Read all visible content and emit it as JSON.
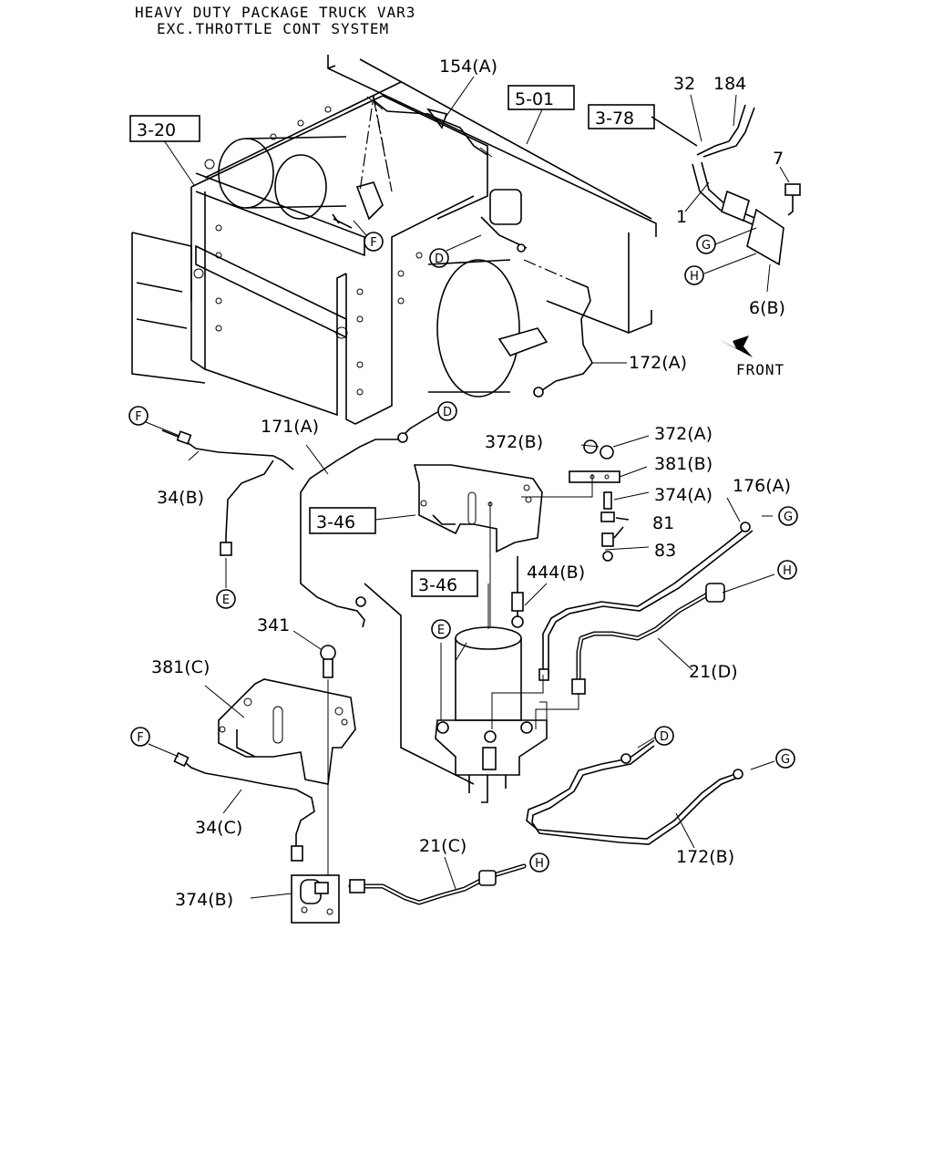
{
  "header": {
    "line1": "HEAVY DUTY PACKAGE TRUCK VAR3",
    "line2": "EXC.THROTTLE CONT SYSTEM"
  },
  "refs": {
    "r320": "3-20",
    "r501": "5-01",
    "r378": "3-78",
    "r346a": "3-46",
    "r346b": "3-46"
  },
  "parts": {
    "p154a": "154(A)",
    "p32": "32",
    "p184": "184",
    "p7": "7",
    "p1": "1",
    "p6b": "6(B)",
    "p172a": "172(A)",
    "p171a": "171(A)",
    "p34b": "34(B)",
    "p372b": "372(B)",
    "p372a": "372(A)",
    "p381b": "381(B)",
    "p374a": "374(A)",
    "p176a": "176(A)",
    "p81": "81",
    "p83": "83",
    "p444b": "444(B)",
    "p341": "341",
    "p381c": "381(C)",
    "p21d": "21(D)",
    "p34c": "34(C)",
    "p21c": "21(C)",
    "p172b": "172(B)",
    "p374b": "374(B)"
  },
  "front_label": "FRONT",
  "callouts": {
    "f1": "F",
    "d1": "D",
    "g1": "G",
    "h1": "H",
    "f2": "F",
    "e1": "E",
    "d2": "D",
    "g2": "G",
    "h2": "H",
    "e2": "E",
    "f3": "F",
    "d3": "D",
    "g3": "G",
    "h3": "H"
  }
}
